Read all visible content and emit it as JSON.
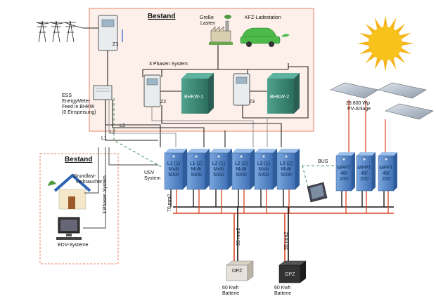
{
  "bestand_top": {
    "title": "Bestand"
  },
  "bestand_left": {
    "title": "Bestand"
  },
  "meter_z1": "Z1",
  "meter_z2": "Z2",
  "meter_z3": "Z3",
  "three_phase_system": "3 Phasen System",
  "large_loads": [
    "Große",
    "Lasten"
  ],
  "ev_station": "KFZ-Ladestation",
  "bhkw1": "BHKW-1",
  "bhkw2": "BHKW-2",
  "ess_meter": [
    "ESS",
    "EnergyMeter",
    "Feed in BHKW",
    "(0 Einspeisung)"
  ],
  "phase_labels": [
    "L3",
    "L2",
    "L1"
  ],
  "base_load": [
    "Grundlast-",
    "verbraucher"
  ],
  "three_phase_vertical": "3 Phasen System",
  "edv": "EDV-Systeme",
  "usv": [
    "USV",
    "System"
  ],
  "inverters": [
    [
      "L1 (1)",
      "Multi",
      "5000"
    ],
    [
      "L1 (2)",
      "Multi",
      "5000"
    ],
    [
      "L2 (1)",
      "Multi",
      "5000"
    ],
    [
      "L2 (2)",
      "Multi",
      "5000"
    ],
    [
      "L3 (1)",
      "Multi",
      "5000"
    ],
    [
      "L3 (2)",
      "Multi",
      "5000"
    ]
  ],
  "bus": "BUS",
  "mppt": [
    [
      "MPPT",
      "48/",
      "200"
    ],
    [
      "MPPT",
      "48/",
      "200"
    ],
    [
      "MPPT",
      "48/",
      "200"
    ]
  ],
  "pv": [
    "28.800 Wp",
    "PV-Anlage"
  ],
  "cable_70": "70 mm2",
  "cable_95a": "95 mm2",
  "cable_95b": "95 mm2",
  "battery_label": "OPZ",
  "battery1": [
    "60 Kwh",
    "Batterie"
  ],
  "battery2": [
    "60 Kwh",
    "Batterie"
  ],
  "colors": {
    "bestand_border": "#e8846a",
    "bestand_fill": "#fdf0ea",
    "inverter": "#4f83c8",
    "bhkw": "#3d8a78",
    "dc_red": "#d9431f",
    "ac_black": "#111111",
    "bus_green": "#3a8c55",
    "sun": "#f4b41a"
  }
}
